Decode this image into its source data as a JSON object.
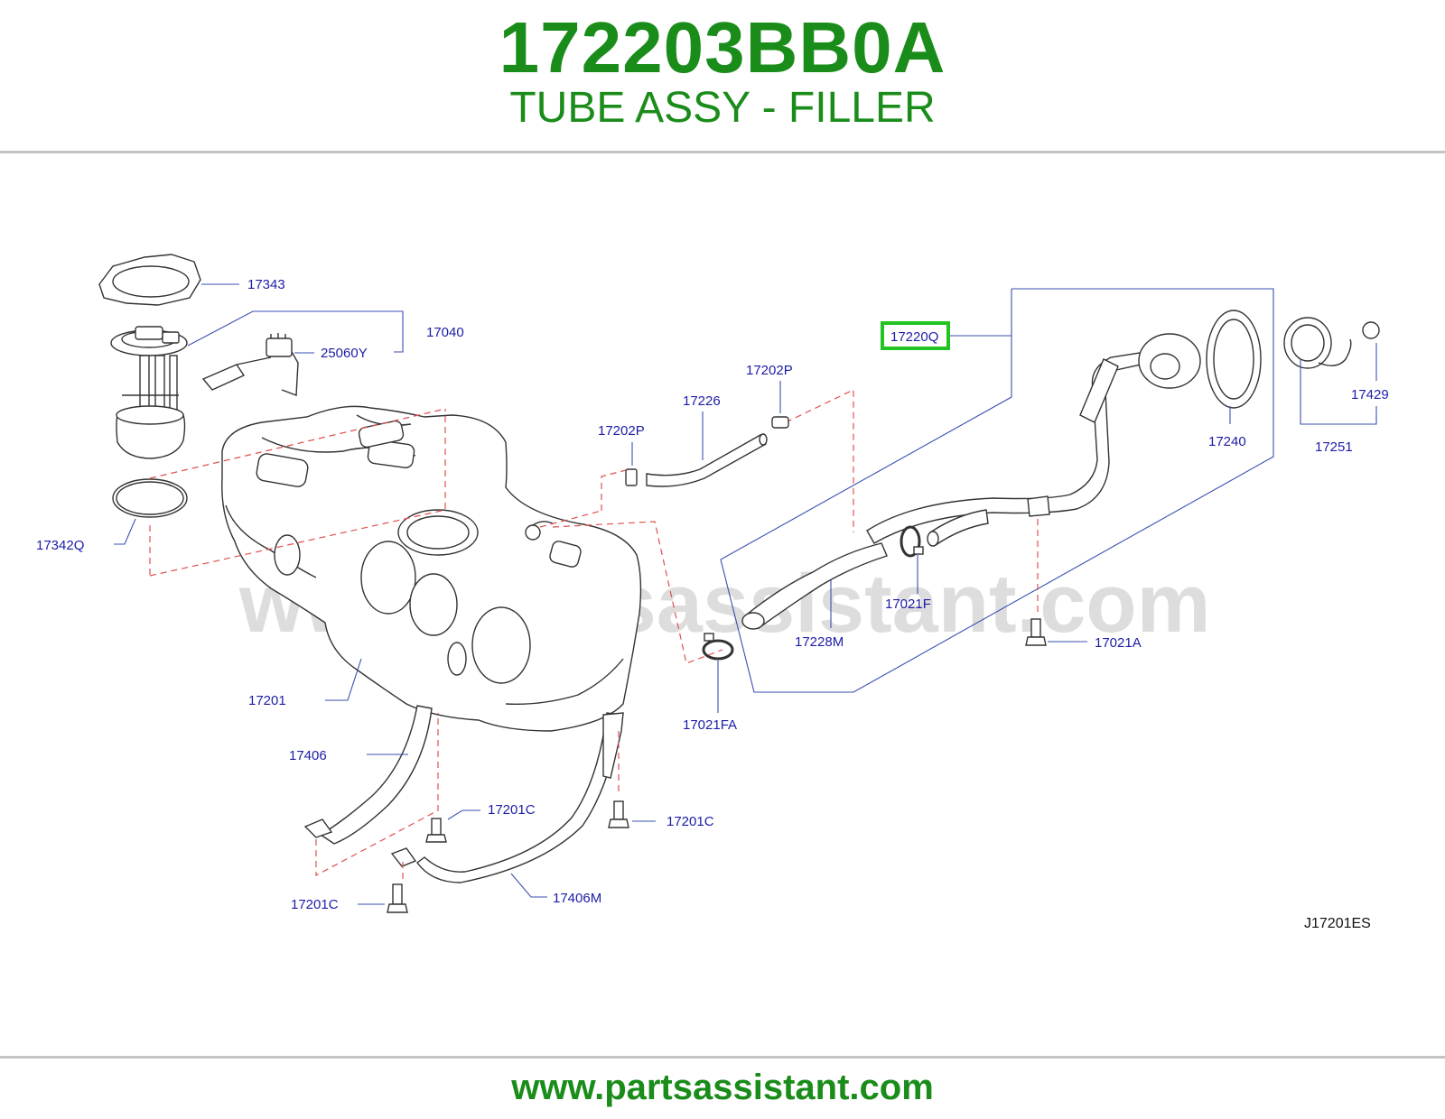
{
  "header": {
    "part_number": "172203BB0A",
    "part_name": "TUBE ASSY - FILLER"
  },
  "diagram": {
    "watermark": "www.partsassistant.com",
    "reference_code": "J17201ES",
    "highlight_color": "#22c422",
    "label_color": "#1c1ca8",
    "callouts": {
      "c17343": "17343",
      "c17040": "17040",
      "c25060Y": "25060Y",
      "c17342Q": "17342Q",
      "c17201": "17201",
      "c17406": "17406",
      "c17201C_a": "17201C",
      "c17201C_b": "17201C",
      "c17201C_c": "17201C",
      "c17406M": "17406M",
      "c17202P_a": "17202P",
      "c17202P_b": "17202P",
      "c17226": "17226",
      "c17220Q": "17220Q",
      "c17240": "17240",
      "c17251": "17251",
      "c17429": "17429",
      "c17021F": "17021F",
      "c17228M": "17228M",
      "c17021A": "17021A",
      "c17021FA": "17021FA"
    }
  },
  "footer": {
    "url": "www.partsassistant.com"
  }
}
